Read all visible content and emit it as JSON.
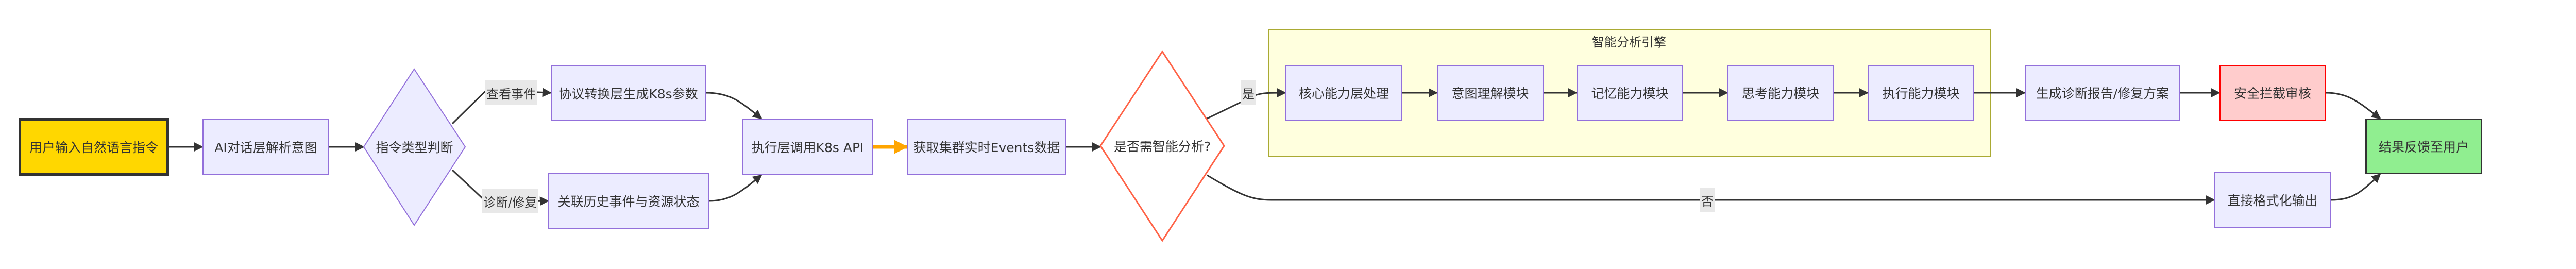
{
  "nodes": {
    "start": "用户输入自然语言指令",
    "ai_parse": "AI对话层解析意图",
    "decision_type": "指令类型判断",
    "protocol": "协议转换层生成K8s参数",
    "correlate": "关联历史事件与资源状态",
    "execute_api": "执行层调用K8s API",
    "fetch_events": "获取集群实时Events数据",
    "decision_smart": "是否需智能分析?",
    "core": "核心能力层处理",
    "intent": "意图理解模块",
    "memory": "记忆能力模块",
    "thinking": "思考能力模块",
    "exec_module": "执行能力模块",
    "report": "生成诊断报告/修复方案",
    "security": "安全拦截审核",
    "direct_output": "直接格式化输出",
    "result": "结果反馈至用户"
  },
  "cluster": {
    "title": "智能分析引擎"
  },
  "edge_labels": {
    "view_events": "查看事件",
    "diagnose_fix": "诊断/修复",
    "yes": "是",
    "no": "否"
  },
  "colors": {
    "node_fill": "#ECECFF",
    "node_stroke": "#9370DB",
    "start_fill": "#FFD700",
    "security_fill": "#FFCCCC",
    "security_stroke": "#FF0000",
    "result_fill": "#90EE90",
    "cluster_fill": "#FFFFDE",
    "highlight_edge": "#FFA500",
    "decision_stroke": "#FF6347"
  }
}
